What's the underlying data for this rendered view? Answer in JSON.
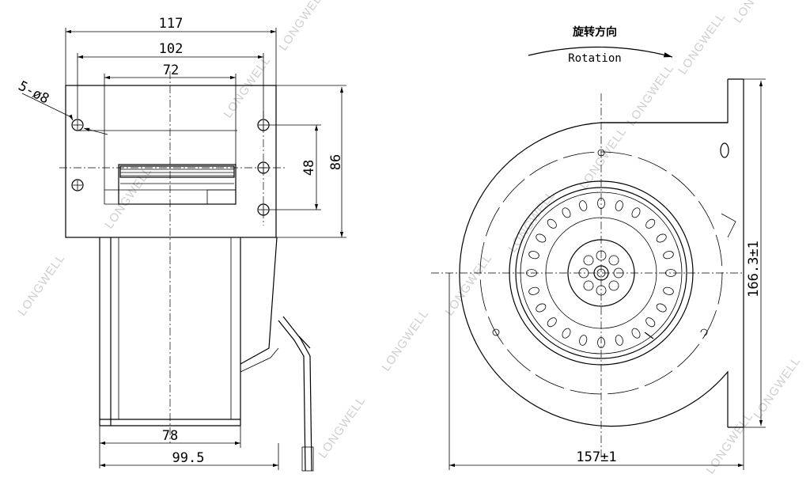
{
  "side_view": {
    "dims": {
      "overall_width": "117",
      "flange_width": "102",
      "inner_width": "72",
      "holes": "5-ø8",
      "hole_spacing": "48",
      "flange_height": "86",
      "base_inner": "78",
      "base_overall": "99.5"
    }
  },
  "front_view": {
    "rotation_label_cn": "旋转方向",
    "rotation_label_en": "Rotation",
    "dims": {
      "height": "166.3±1",
      "width": "157±1"
    }
  },
  "watermark": "LONGWELL",
  "colors": {
    "line": "#000000",
    "watermark": "#cfcfcf",
    "background": "#ffffff"
  }
}
